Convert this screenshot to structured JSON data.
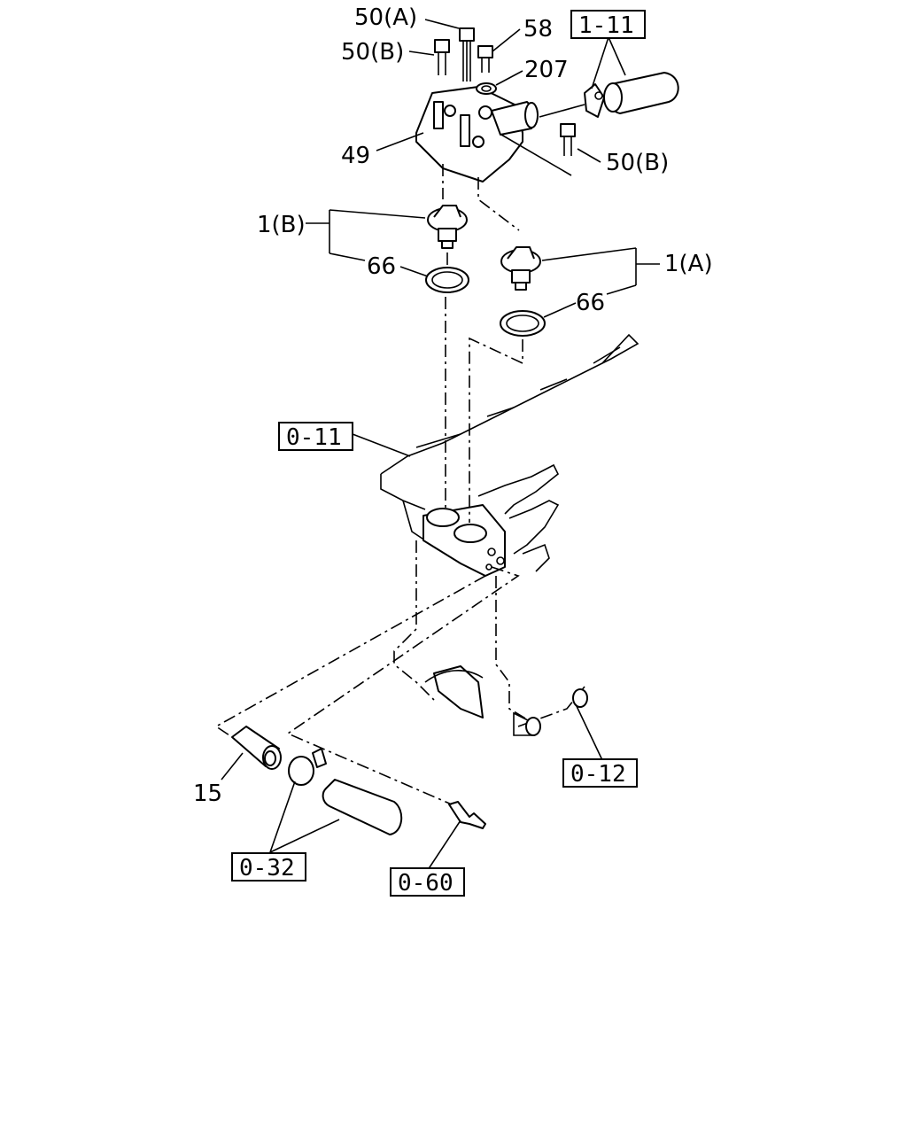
{
  "labels": {
    "p50a": "50(A)",
    "p58": "58",
    "p50b_top": "50(B)",
    "p207": "207",
    "p49": "49",
    "p50b_right": "50(B)",
    "p1b": "1(B)",
    "p66_left": "66",
    "p1a": "1(A)",
    "p66_right": "66",
    "p15": "15"
  },
  "ref_boxes": {
    "r1_11": "1-11",
    "r0_11": "0-11",
    "r0_12": "0-12",
    "r0_32": "0-32",
    "r0_60": "0-60"
  }
}
